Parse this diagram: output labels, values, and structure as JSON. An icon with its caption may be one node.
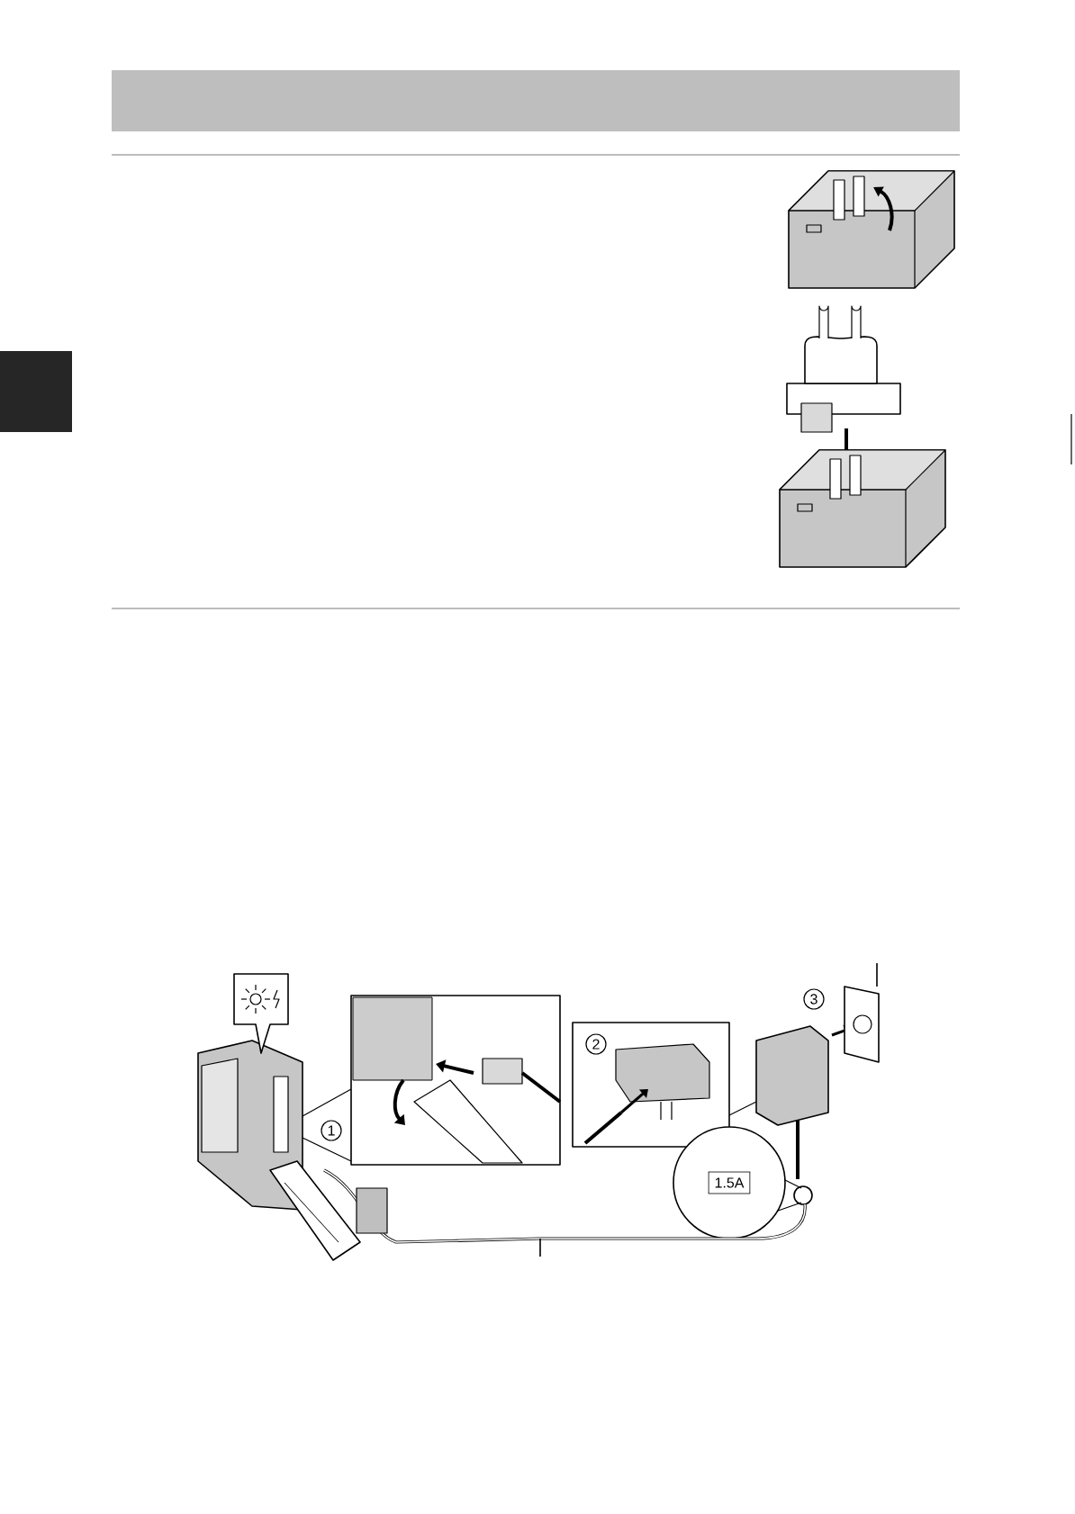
{
  "diagram": {
    "labels": [
      "1",
      "2",
      "3",
      "1.5A"
    ]
  }
}
